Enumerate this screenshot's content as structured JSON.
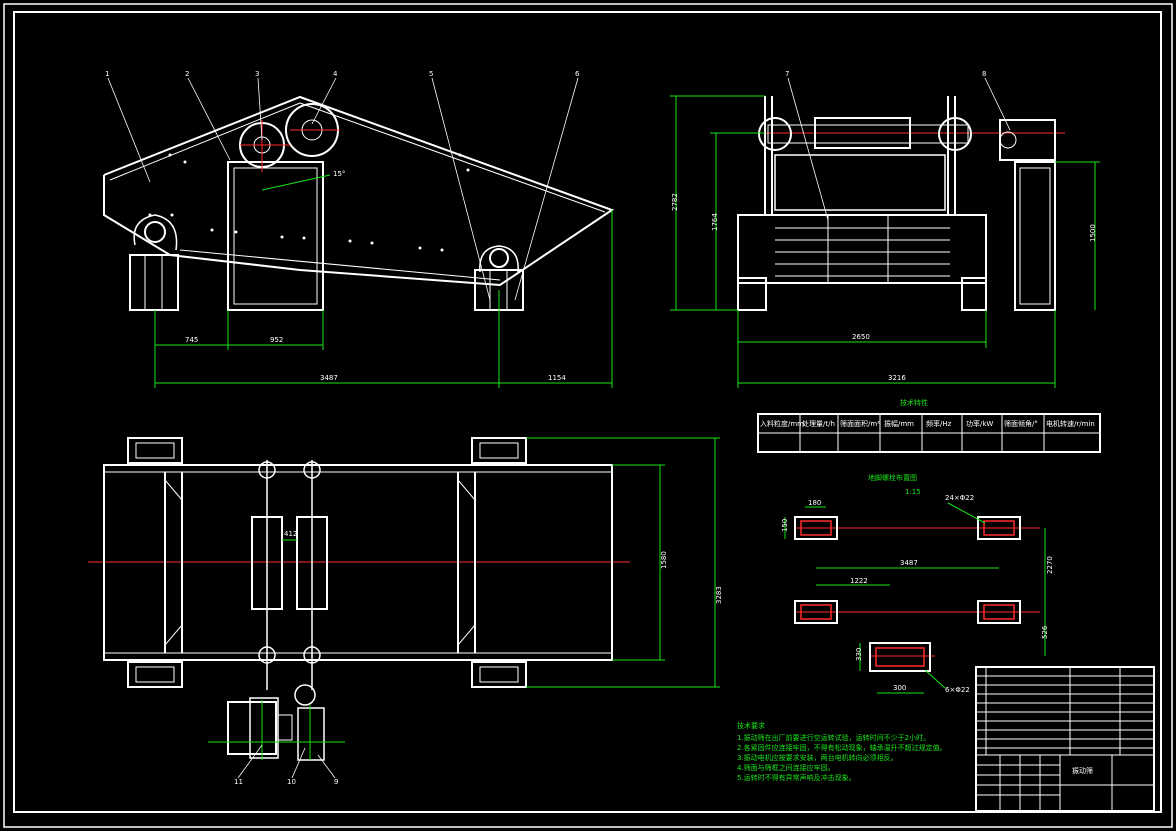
{
  "drawing": {
    "part_numbers": [
      "1",
      "2",
      "3",
      "4",
      "5",
      "6",
      "7",
      "8",
      "9",
      "10",
      "11"
    ],
    "front_view": {
      "dims": {
        "d745": "745",
        "d952": "952",
        "d3487": "3487",
        "d1154": "1154",
        "angle": "15°"
      }
    },
    "side_view": {
      "dims": {
        "h2782": "2782",
        "h1764": "1764",
        "h1500": "1500",
        "w2650": "2650",
        "w3216": "3216"
      }
    },
    "plan_view": {
      "dims": {
        "d412": "412",
        "d1580": "1580",
        "d3283": "3283"
      }
    },
    "tech_table": {
      "title": "技术特性",
      "headers": [
        "入料粒度/mm",
        "处理量/t/h",
        "筛面面积/m²",
        "振幅/mm",
        "频率/Hz",
        "功率/kW",
        "筛面倾角/°",
        "电机转速/r/min"
      ]
    },
    "foundation": {
      "title": "地脚螺栓布置图",
      "scale": "1:15",
      "dims": {
        "d180": "180",
        "d150": "150",
        "d3487": "3487",
        "d2270": "2270",
        "d1222": "1222",
        "d526": "526",
        "d330": "330",
        "d300": "300",
        "bolt_a": "24×Φ22",
        "bolt_b": "6×Φ22"
      }
    },
    "notes": {
      "title": "技术要求",
      "items": [
        "1.振动筛在出厂前要进行空运转试验，运转时间不少于2小时。",
        "2.各紧固件应连接牢固，不得有松动现象，轴承温升不超过规定值。",
        "3.振动电机应按要求安装，两台电机转向必须相反。",
        "4.筛面与筛框之间连接应牢固。",
        "5.运转时不得有异常声响及冲击现象。"
      ]
    },
    "title_block": {
      "name": "振动筛"
    }
  }
}
